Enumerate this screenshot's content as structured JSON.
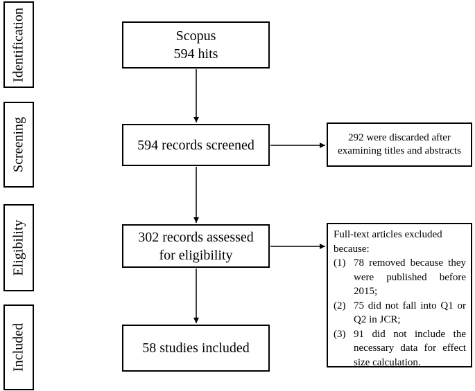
{
  "stages": [
    "Identification",
    "Screening",
    "Eligibility",
    "Included"
  ],
  "boxes": {
    "identification": [
      "Scopus",
      "594 hits"
    ],
    "screening": [
      "594 records screened"
    ],
    "eligibility": [
      "302 records assessed",
      "for eligibility"
    ],
    "included": [
      "58 studies included"
    ]
  },
  "side_notes": {
    "discarded": [
      "292 were discarded after",
      "examining titles and abstracts"
    ],
    "excluded_heading": [
      "Full-text articles excluded",
      "because:"
    ],
    "excluded_reasons": [
      {
        "num": "(1)",
        "text": "78 removed because they were published before 2015;"
      },
      {
        "num": "(2)",
        "text": "75 did not fall into Q1 or Q2 in JCR;"
      },
      {
        "num": "(3)",
        "text": "91 did not include the necessary data for effect size calculation."
      }
    ]
  }
}
